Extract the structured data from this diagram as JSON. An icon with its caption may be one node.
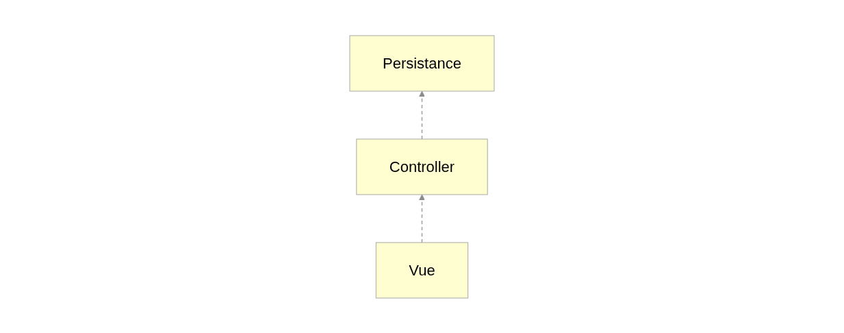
{
  "diagram": {
    "nodes": [
      {
        "text": [
          "Persistance"
        ]
      },
      {
        "text": [
          "Controller"
        ]
      },
      {
        "text": [
          "Vue"
        ]
      }
    ],
    "edges": [
      {
        "from": 1,
        "to": 0,
        "arrow": "to",
        "style": "dashed"
      },
      {
        "from": 2,
        "to": 1,
        "arrow": "to",
        "style": "dashed"
      }
    ]
  }
}
